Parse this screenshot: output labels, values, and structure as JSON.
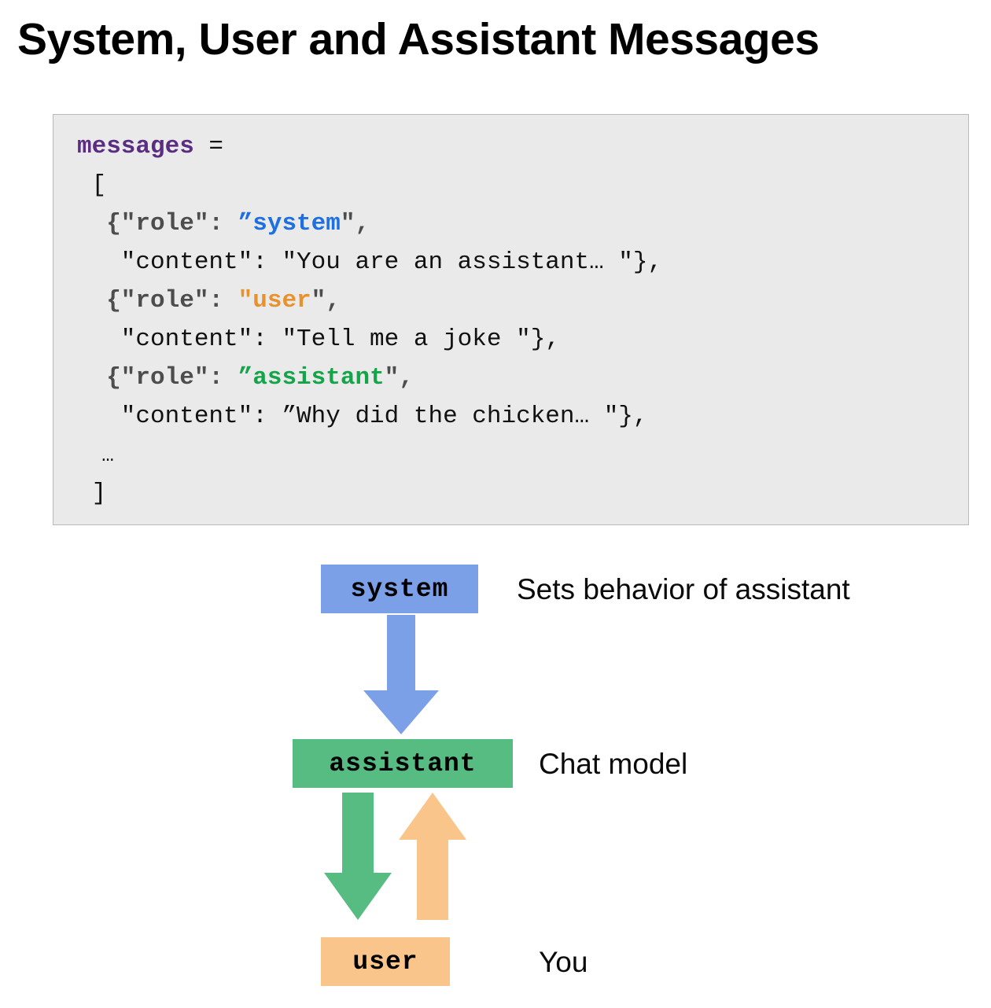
{
  "title": "System, User and Assistant Messages",
  "code": {
    "lines": [
      {
        "tokens": [
          {
            "text": "messages",
            "style": "var"
          },
          {
            "text": " =",
            "style": "plain"
          }
        ]
      },
      {
        "tokens": [
          {
            "text": " [",
            "style": "plain"
          }
        ]
      },
      {
        "tokens": [
          {
            "text": "  {\"role\": ",
            "style": "key"
          },
          {
            "text": "”system",
            "style": "sys"
          },
          {
            "text": "\",",
            "style": "key"
          }
        ]
      },
      {
        "tokens": [
          {
            "text": "   \"content\": \"You are an assistant… \"},",
            "style": "plain"
          }
        ]
      },
      {
        "tokens": [
          {
            "text": "  {\"role\": ",
            "style": "key"
          },
          {
            "text": "\"user",
            "style": "user"
          },
          {
            "text": "\",",
            "style": "key"
          }
        ]
      },
      {
        "tokens": [
          {
            "text": "   \"content\": \"Tell me a joke \"},",
            "style": "plain"
          }
        ]
      },
      {
        "tokens": [
          {
            "text": "  {\"role\": ",
            "style": "key"
          },
          {
            "text": "”assistant",
            "style": "asst"
          },
          {
            "text": "\",",
            "style": "key"
          }
        ]
      },
      {
        "tokens": [
          {
            "text": "   \"content\": ”Why did the chicken… \"},",
            "style": "plain"
          }
        ]
      },
      {
        "tokens": [
          {
            "text": "  …",
            "style": "ell"
          }
        ]
      },
      {
        "tokens": [
          {
            "text": " ]",
            "style": "plain"
          }
        ]
      }
    ],
    "colors": {
      "background": "#eaeaea",
      "border": "#b9b9b9",
      "variable": "#5b2d82",
      "key": "#4d4d4d",
      "system": "#1e6fe0",
      "user": "#e8922e",
      "assistant": "#16a44a",
      "plain": "#111111"
    }
  },
  "diagram": {
    "boxes": [
      {
        "role": "system",
        "label": "system",
        "color": "#7ba0e8",
        "description": "Sets behavior of assistant"
      },
      {
        "role": "assistant",
        "label": "assistant",
        "color": "#57bc82",
        "description": "Chat model"
      },
      {
        "role": "user",
        "label": "user",
        "color": "#fac58a",
        "description": "You"
      }
    ],
    "arrows": [
      {
        "name": "system-to-assistant",
        "from": "system",
        "to": "assistant",
        "direction": "down",
        "color": "#7ba0e8"
      },
      {
        "name": "assistant-to-user",
        "from": "assistant",
        "to": "user",
        "direction": "down",
        "color": "#57bc82"
      },
      {
        "name": "user-to-assistant",
        "from": "user",
        "to": "assistant",
        "direction": "up",
        "color": "#fac58a"
      }
    ]
  }
}
